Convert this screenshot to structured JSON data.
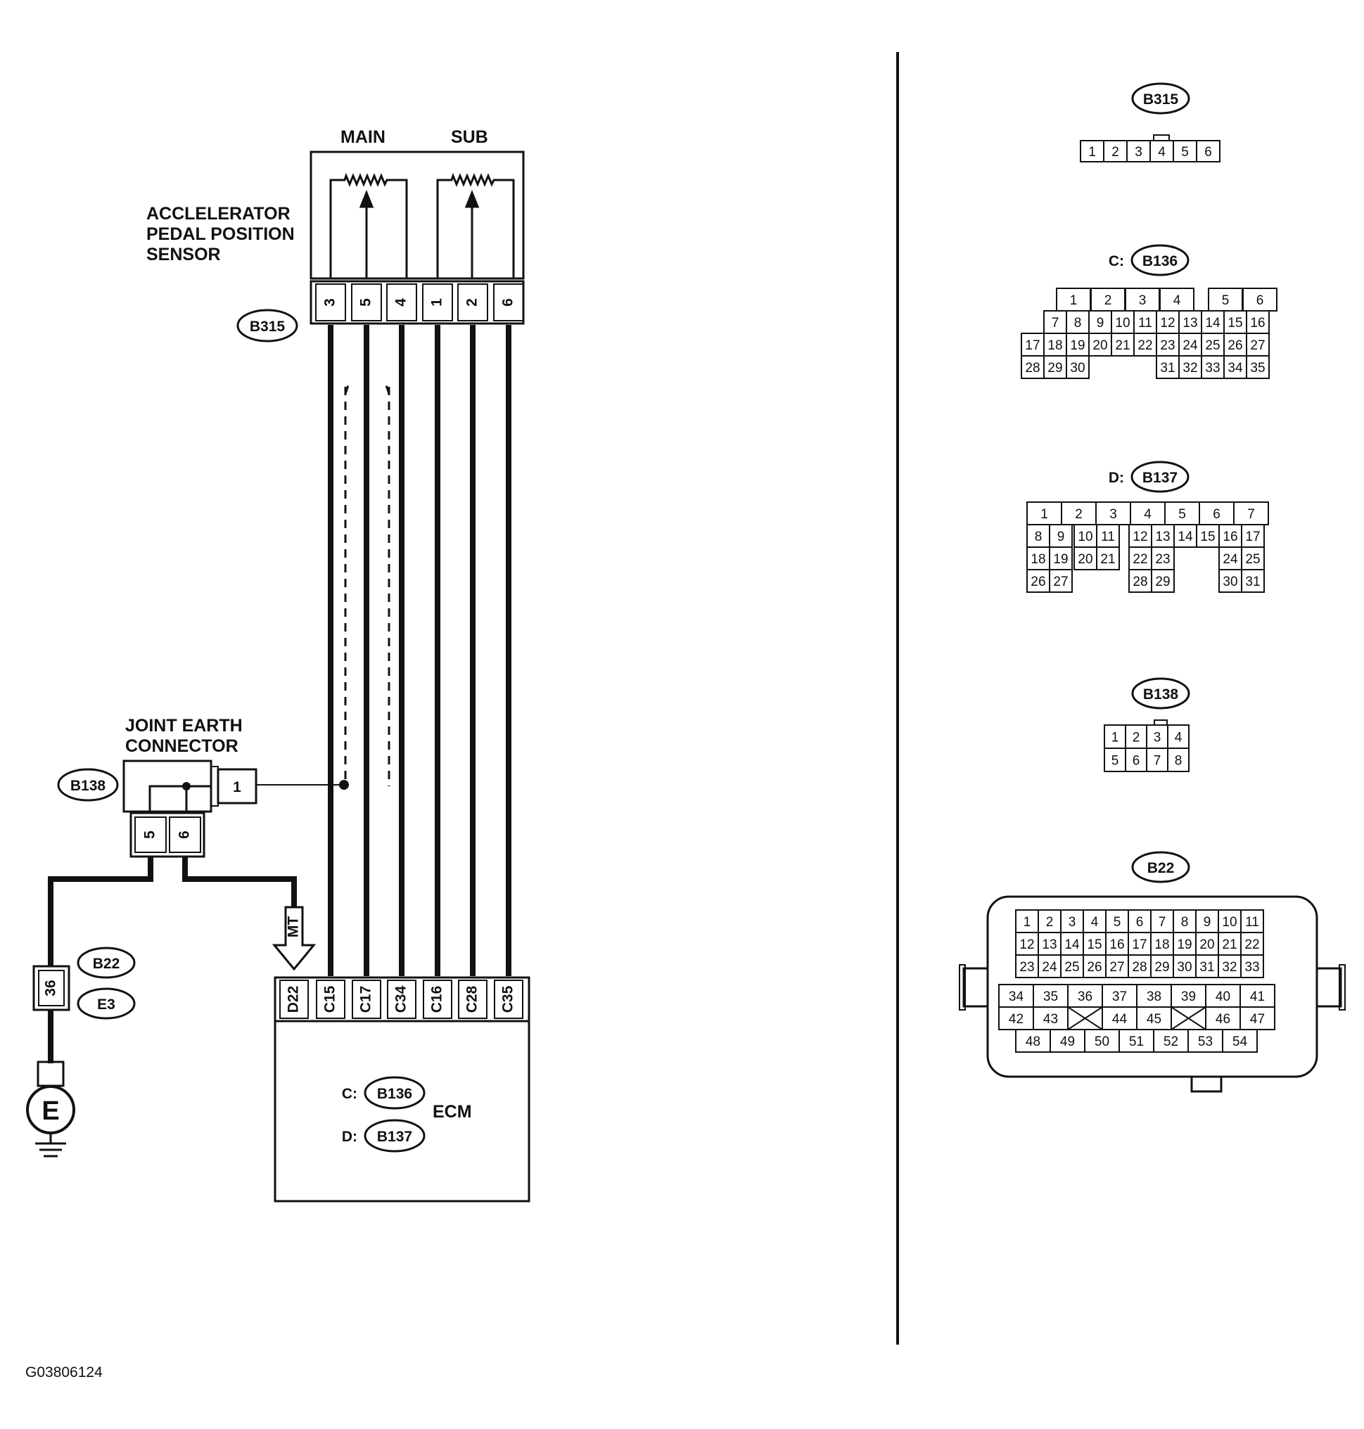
{
  "figure_id": "G03806124",
  "sensor": {
    "labels": [
      "ACCLELERATOR",
      "PEDAL POSITION",
      "SENSOR"
    ],
    "main_label": "MAIN",
    "sub_label": "SUB",
    "connector": "B315",
    "pins": [
      "3",
      "5",
      "4",
      "1",
      "2",
      "6"
    ]
  },
  "joint_earth": {
    "labels": [
      "JOINT EARTH",
      "CONNECTOR"
    ],
    "connector": "B138",
    "pin_side": "1",
    "pins_bottom": [
      "5",
      "6"
    ]
  },
  "ground": {
    "connectors": [
      "B22",
      "E3"
    ],
    "pin": "36",
    "symbol": "E"
  },
  "mt_label": "MT",
  "ecm": {
    "label": "ECM",
    "pins": [
      "D22",
      "C15",
      "C17",
      "C34",
      "C16",
      "C28",
      "C35"
    ],
    "connectors": [
      {
        "prefix": "C:",
        "name": "B136"
      },
      {
        "prefix": "D:",
        "name": "B137"
      }
    ]
  },
  "connector_views": {
    "b315": {
      "name": "B315",
      "cells": [
        "1",
        "2",
        "3",
        "4",
        "5",
        "6"
      ]
    },
    "b136": {
      "prefix": "C:",
      "name": "B136",
      "rows": [
        [
          "1",
          "2",
          "3",
          "4",
          "",
          "5",
          "6"
        ],
        [
          "7",
          "8",
          "9",
          "10",
          "11",
          "12",
          "13",
          "14",
          "15",
          "16"
        ],
        [
          "17",
          "18",
          "19",
          "20",
          "21",
          "22",
          "23",
          "24",
          "25",
          "26",
          "27"
        ],
        [
          "28",
          "29",
          "30",
          "31",
          "32",
          "33",
          "34",
          "35"
        ]
      ]
    },
    "b137": {
      "prefix": "D:",
      "name": "B137",
      "rows": [
        [
          "1",
          "2",
          "3",
          "4",
          "5",
          "6",
          "7"
        ],
        [
          "8",
          "9",
          "10",
          "11",
          "12",
          "13",
          "14",
          "15",
          "16",
          "17"
        ],
        [
          "18",
          "19",
          "20",
          "21",
          "22",
          "23",
          "24",
          "25"
        ],
        [
          "26",
          "27",
          "28",
          "29",
          "30",
          "31"
        ]
      ]
    },
    "b138": {
      "name": "B138",
      "rows": [
        [
          "1",
          "2",
          "3",
          "4"
        ],
        [
          "5",
          "6",
          "7",
          "8"
        ]
      ]
    },
    "b22": {
      "name": "B22",
      "rows": [
        [
          "1",
          "2",
          "3",
          "4",
          "5",
          "6",
          "7",
          "8",
          "9",
          "10",
          "11"
        ],
        [
          "12",
          "13",
          "14",
          "15",
          "16",
          "17",
          "18",
          "19",
          "20",
          "21",
          "22"
        ],
        [
          "23",
          "24",
          "25",
          "26",
          "27",
          "28",
          "29",
          "30",
          "31",
          "32",
          "33"
        ],
        [
          "34",
          "35",
          "36",
          "37",
          "38",
          "39",
          "40",
          "41"
        ],
        [
          "42",
          "43",
          "",
          "44",
          "45",
          "",
          "46",
          "47"
        ],
        [
          "48",
          "49",
          "50",
          "51",
          "52",
          "53",
          "54"
        ]
      ]
    }
  }
}
